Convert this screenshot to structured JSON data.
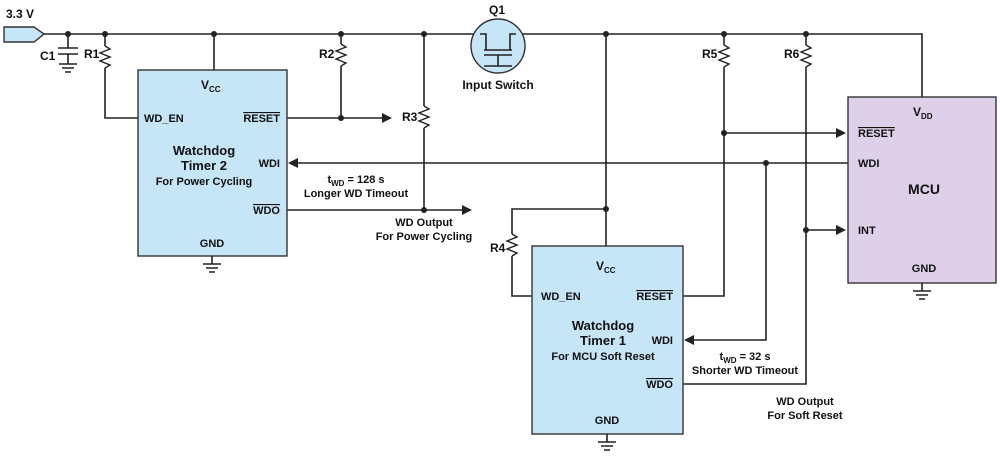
{
  "supply": {
    "label": "3.3 V"
  },
  "capacitor": {
    "label": "C1"
  },
  "resistors": {
    "r1": "R1",
    "r2": "R2",
    "r3": "R3",
    "r4": "R4",
    "r5": "R5",
    "r6": "R6"
  },
  "transistor": {
    "label": "Q1",
    "caption": "Input Switch"
  },
  "wdt2": {
    "vcc": "V",
    "vcc_sub": "CC",
    "wd_en": "WD_EN",
    "reset": "RESET",
    "wdi": "WDI",
    "wdo": "WDO",
    "gnd": "GND",
    "title1": "Watchdog",
    "title2": "Timer 2",
    "title3": "For Power Cycling"
  },
  "wdt1": {
    "vcc": "V",
    "vcc_sub": "CC",
    "wd_en": "WD_EN",
    "reset": "RESET",
    "wdi": "WDI",
    "wdo": "WDO",
    "gnd": "GND",
    "title1": "Watchdog",
    "title2": "Timer 1",
    "title3": "For MCU Soft Reset"
  },
  "mcu": {
    "title": "MCU",
    "vdd": "V",
    "vdd_sub": "DD",
    "reset": "RESET",
    "wdi": "WDI",
    "int": "INT",
    "gnd": "GND"
  },
  "notes": {
    "twd2_t": "t",
    "twd2_sub": "WD",
    "twd2_val": " = 128 s",
    "twd2_desc": "Longer WD Timeout",
    "wdo2_1": "WD Output",
    "wdo2_2": "For Power Cycling",
    "twd1_t": "t",
    "twd1_sub": "WD",
    "twd1_val": " = 32 s",
    "twd1_desc": "Shorter WD Timeout",
    "wdo1_1": "WD Output",
    "wdo1_2": "For Soft Reset"
  },
  "colors": {
    "wdt_fill": "#c6e5f7",
    "mcu_fill": "#ddd0e8",
    "wire": "#222222"
  }
}
